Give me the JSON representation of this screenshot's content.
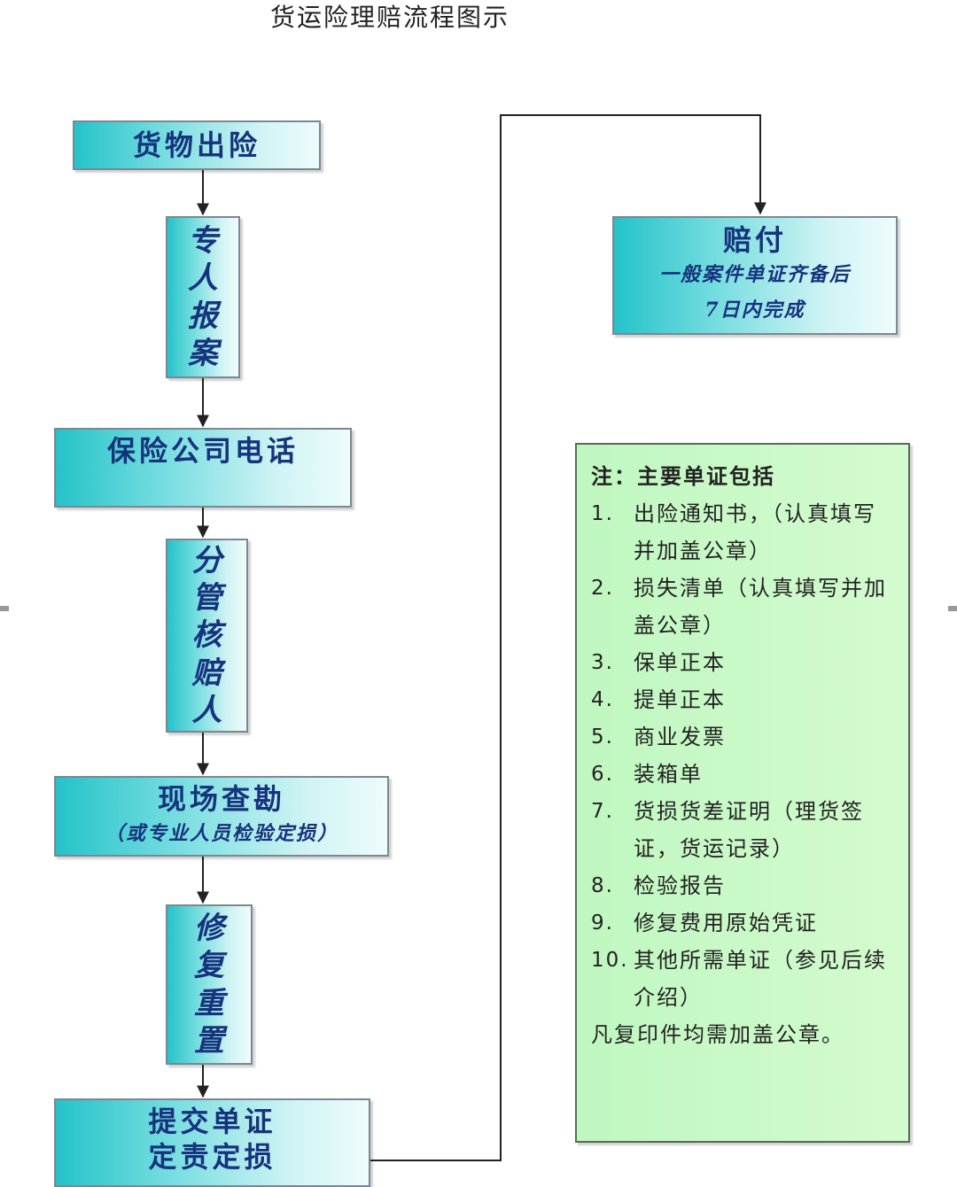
{
  "title": "货运险理赔流程图示",
  "nodes": {
    "n1": {
      "main": "货物出险"
    },
    "n2": {
      "chars": [
        "专",
        "人",
        "报",
        "案"
      ]
    },
    "n3": {
      "main": "保险公司电话"
    },
    "n4": {
      "chars": [
        "分",
        "管",
        "核",
        "赔",
        "人"
      ]
    },
    "n5": {
      "main": "现场查勘",
      "sub": "（或专业人员检验定损）"
    },
    "n6": {
      "chars": [
        "修",
        "复",
        "重",
        "置"
      ]
    },
    "n7": {
      "line1": "提交单证",
      "line2": "定责定损"
    },
    "n8": {
      "main": "赔付",
      "sub1": "一般案件单证齐备后",
      "sub2": "7日内完成"
    }
  },
  "note": {
    "heading": "注：主要单证包括",
    "items": [
      {
        "num": "1.",
        "text": "出险通知书，（认真填写并加盖公章）"
      },
      {
        "num": "2.",
        "text": "损失清单（认真填写并加盖公章）"
      },
      {
        "num": "3.",
        "text": "保单正本"
      },
      {
        "num": "4.",
        "text": "提单正本"
      },
      {
        "num": "5.",
        "text": "商业发票"
      },
      {
        "num": "6.",
        "text": "装箱单"
      },
      {
        "num": "7.",
        "text": "货损货差证明（理货签证，货运记录）"
      },
      {
        "num": "8.",
        "text": "检验报告"
      },
      {
        "num": "9.",
        "text": "修复费用原始凭证"
      },
      {
        "num": "10.",
        "text": "其他所需单证（参见后续介绍）"
      }
    ],
    "footer": "凡复印件均需加盖公章。"
  }
}
